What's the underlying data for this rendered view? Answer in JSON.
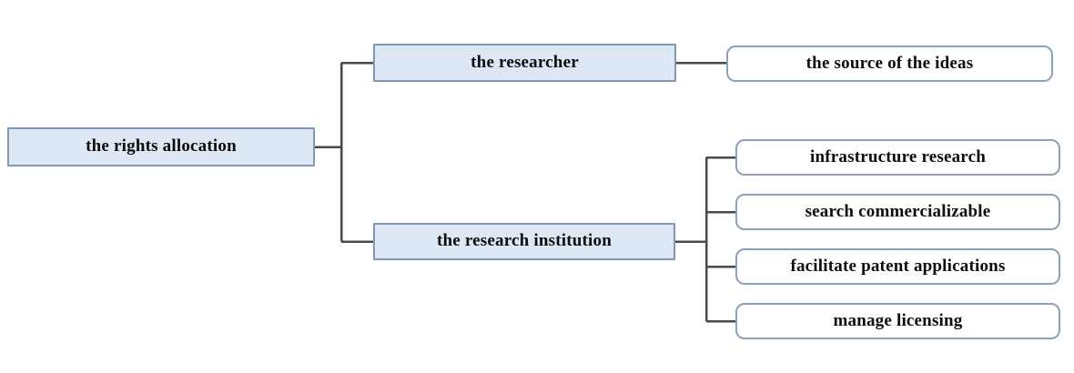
{
  "diagram": {
    "type": "tree-diagram",
    "orientation": "left-to-right",
    "background_color": "#ffffff",
    "palette": {
      "filled_node_fill": "#dde8f4",
      "filled_node_border": "#8099b8",
      "outline_node_fill": "#ffffff",
      "outline_node_border": "#8ca0bd",
      "connector_color": "#4a4a4a",
      "text_color": "#0d0d0d"
    },
    "root": {
      "label": "the rights allocation",
      "style": "filled"
    },
    "branches": [
      {
        "label": "the researcher",
        "style": "filled",
        "children": [
          {
            "label": "the source of the ideas",
            "style": "outline"
          }
        ]
      },
      {
        "label": "the research institution",
        "style": "filled",
        "children": [
          {
            "label": "infrastructure research",
            "style": "outline"
          },
          {
            "label": "search commercializable",
            "style": "outline"
          },
          {
            "label": "facilitate patent applications",
            "style": "outline"
          },
          {
            "label": "manage licensing",
            "style": "outline"
          }
        ]
      }
    ]
  }
}
